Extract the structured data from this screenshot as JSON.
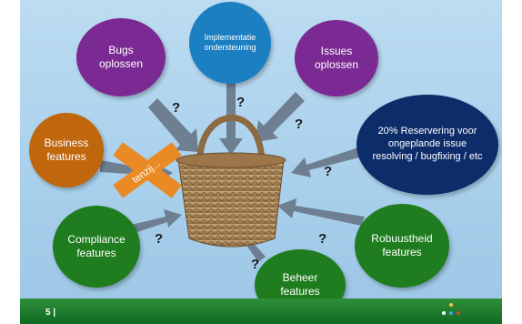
{
  "bubbles": {
    "bugs": {
      "text": "Bugs\noplossen",
      "color": "#7b2a93"
    },
    "implementatie": {
      "text": "Implementatie\nondersteuning",
      "color": "#1c7fc1"
    },
    "issues": {
      "text": "Issues\noplossen",
      "color": "#7b2a93"
    },
    "business": {
      "text": "Business\nfeatures",
      "color": "#c0660d"
    },
    "reservering": {
      "text": "20% Reservering voor\nongeplande issue\nresolving / bugfixing / etc",
      "color": "#0d2c6a"
    },
    "compliance": {
      "text": "Compliance\nfeatures",
      "color": "#1f7d1f"
    },
    "robuustheid": {
      "text": "Robuustheid\nfeatures",
      "color": "#1f7d1f"
    },
    "beheer": {
      "text": "Beheer\nfeatures",
      "color": "#1f7d1f"
    }
  },
  "question_mark": "?",
  "cross_label": "tenzij...",
  "page_number": "5 |",
  "colors": {
    "arrow": "#6f7f92",
    "cross": "#e98a25",
    "footer": "#1a7a2a",
    "basket": "#b08a5a"
  }
}
